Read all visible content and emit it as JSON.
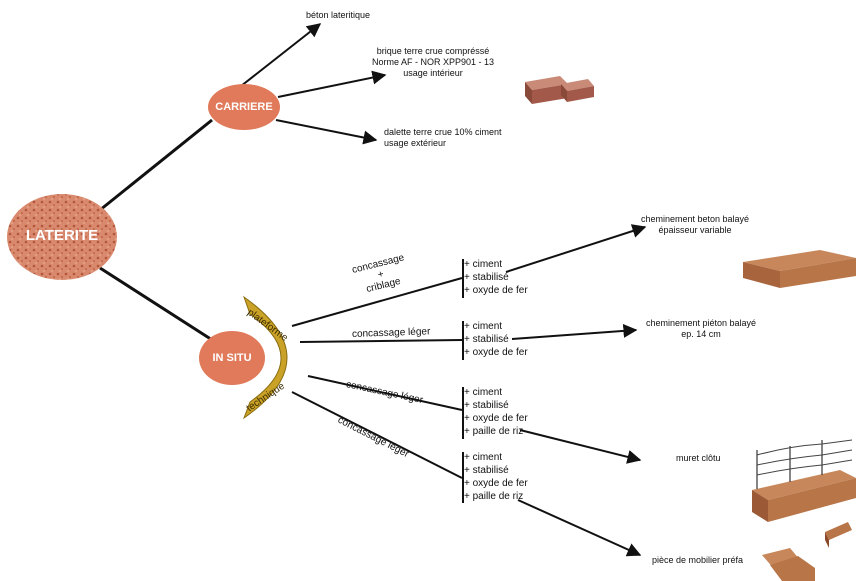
{
  "nodes": {
    "laterite": "LATERITE",
    "carriere": "CARRIERE",
    "insitu": "IN SITU"
  },
  "arc": {
    "top": "plateforme",
    "bottom": "technique"
  },
  "carriere_outputs": {
    "beton": "béton lateritique",
    "brique": [
      "brique terre crue compréssé",
      "Norme AF - NOR XPP901 - 13",
      "usage intérieur"
    ],
    "dalette": [
      "dalette terre crue 10% ciment",
      "usage extérieur"
    ]
  },
  "edge_labels": {
    "e1": [
      "concassage",
      "+",
      "criblage"
    ],
    "e2": "concassage léger",
    "e3": "concassage léger",
    "e4": "concassage léger"
  },
  "lists": {
    "l1": [
      "+ ciment",
      "+ stabilisé",
      "+ oxyde de fer"
    ],
    "l2": [
      "+ ciment",
      "+ stabilisé",
      "+ oxyde de fer"
    ],
    "l3": [
      "+ ciment",
      "+ stabilisé",
      "+ oxyde de fer",
      "+ paille de riz"
    ],
    "l4": [
      "+ ciment",
      "+ stabilisé",
      "+ oxyde de fer",
      "+ paille de riz"
    ]
  },
  "results": {
    "r1": [
      "cheminement beton balayé",
      "épaisseur variable"
    ],
    "r2": [
      "cheminement piéton balayé",
      "ep. 14 cm"
    ],
    "r3": "muret clôtu",
    "r4": "pièce de mobilier préfa"
  },
  "colors": {
    "node": "#e07a5a",
    "arc": "#c9a227",
    "line": "#111111",
    "earth": "#b8673f"
  }
}
